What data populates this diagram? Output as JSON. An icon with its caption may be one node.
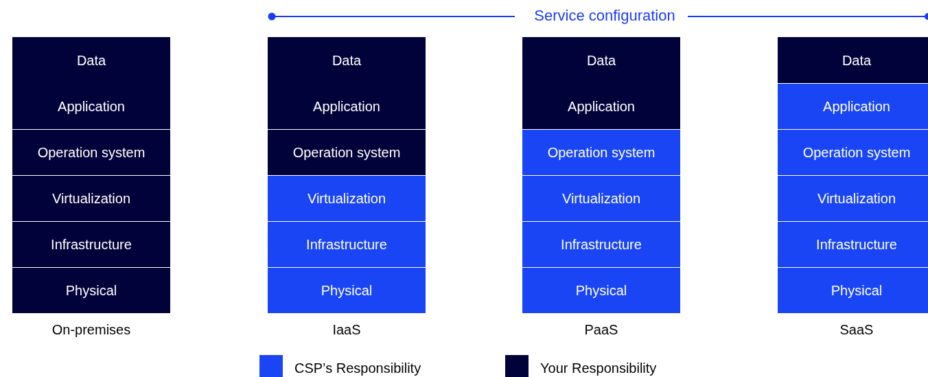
{
  "diagram": {
    "nodes": [
      {
        "text": [
          "Data",
          "Application"
        ]
      },
      {
        "text": [
          "Operation system"
        ]
      },
      {
        "text": [
          "Virtualization"
        ]
      },
      {
        "text": [
          "Infrastructure"
        ]
      },
      {
        "text": [
          "Physical"
        ]
      },
      {
        "text": [
          "Data",
          "Application"
        ]
      },
      {
        "text": [
          "Operation system"
        ]
      },
      {
        "text": [
          "Virtualization"
        ]
      },
      {
        "text": [
          "Infrastructure"
        ]
      },
      {
        "text": [
          "Physical"
        ]
      },
      {
        "text": [
          "Data",
          "Application"
        ]
      },
      {
        "text": [
          "Operation system"
        ]
      },
      {
        "text": [
          "Virtualization"
        ]
      },
      {
        "text": [
          "Infrastructure"
        ]
      },
      {
        "text": [
          "Physical"
        ]
      },
      {
        "text": [
          "Data"
        ]
      },
      {
        "text": [
          "Application"
        ]
      },
      {
        "text": [
          "Operation system"
        ]
      },
      {
        "text": [
          "Virtualization"
        ]
      },
      {
        "text": [
          "Infrastructure"
        ]
      },
      {
        "text": [
          "Physical"
        ]
      }
    ],
    "labels": [
      "Service configuration",
      "On-premises",
      "IaaS",
      "PaaS",
      "SaaS"
    ],
    "legend": [
      {
        "text": "CSP’s Responsibility",
        "color": "#1a45f5"
      },
      {
        "text": "Your Responsibility",
        "color": "#02023a"
      }
    ]
  }
}
